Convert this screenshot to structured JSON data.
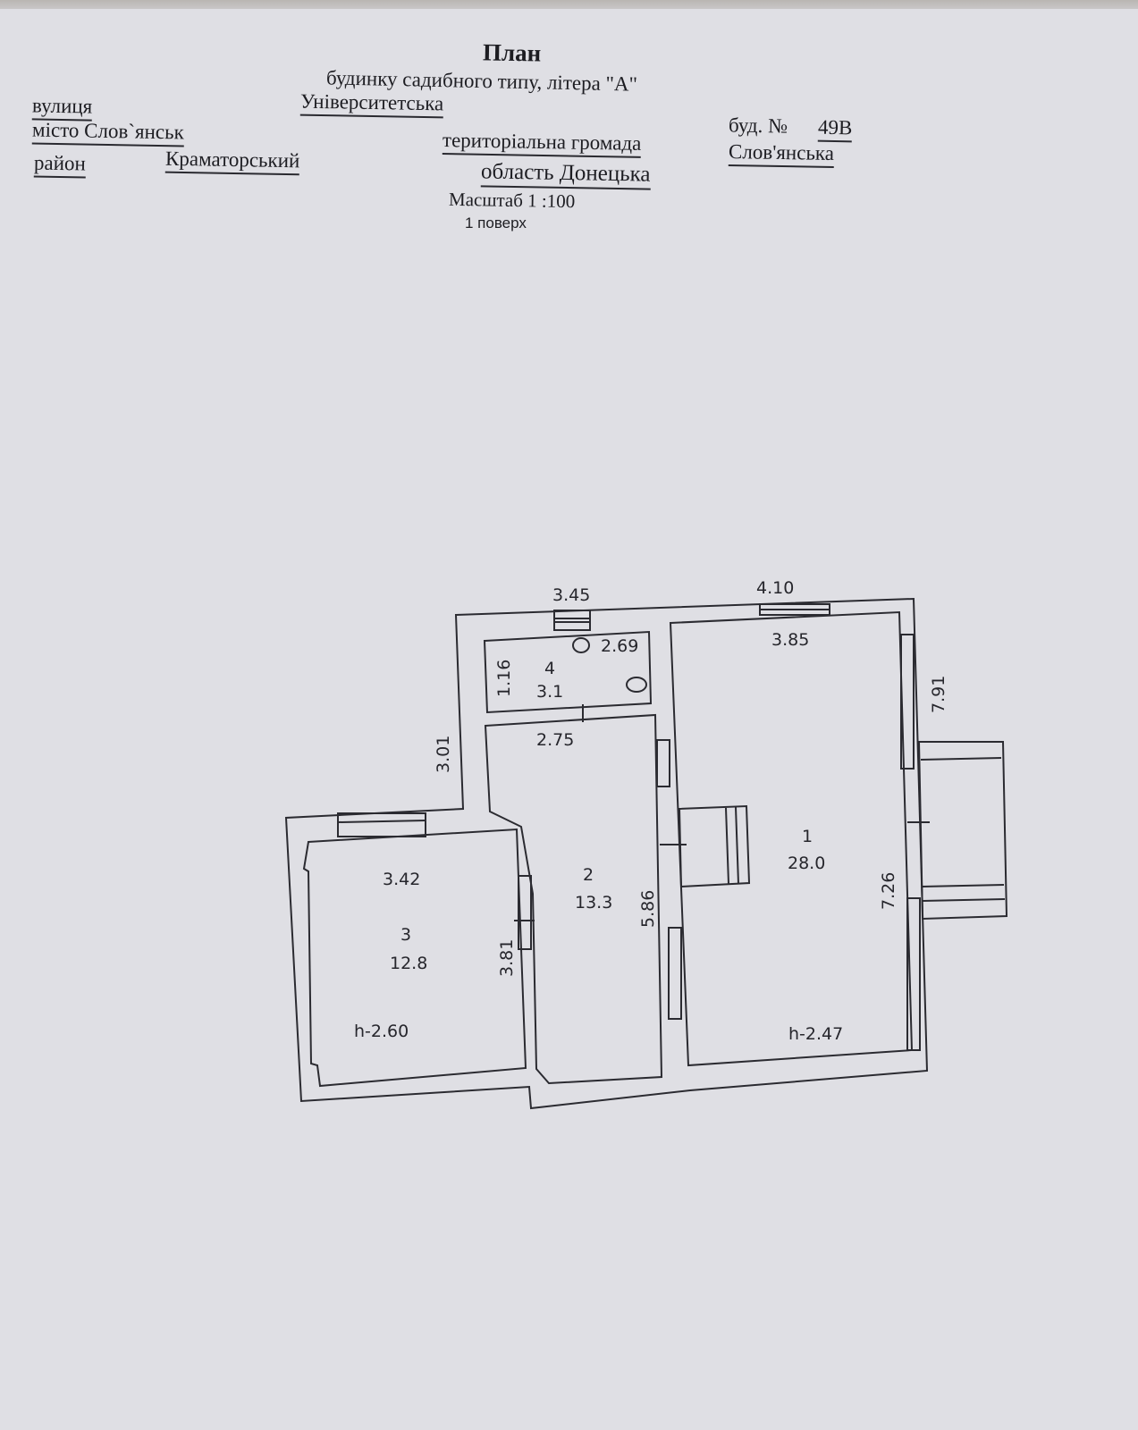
{
  "header": {
    "title": "План",
    "subtitle": "будинку садибного типу, літера \"А\"",
    "street_label": "вулиця",
    "street_value": "Університетська",
    "city": "місто Слов`янськ",
    "district_label": "район",
    "district_value": "Краматорський",
    "community": "територіальна громада",
    "region": "область Донецька",
    "building_label": "буд. №",
    "building_value": "49В",
    "community_name": "Слов'янська",
    "scale": "Масштаб 1 :100",
    "floor": "1 поверх"
  },
  "plan": {
    "dims": {
      "top_left": "3.45",
      "top_right": "4.10",
      "room1_top": "3.85",
      "room1_right_outer": "7.91",
      "room1_right_inner": "7.26",
      "room4_width": "2.69",
      "room4_height": "1.16",
      "left_wall": "3.01",
      "room2_width": "2.75",
      "room2_height": "5.86",
      "room3_width": "3.42",
      "room3_height": "3.81"
    },
    "rooms": [
      {
        "number": "1",
        "area": "28.0",
        "height": "h-2.47"
      },
      {
        "number": "2",
        "area": "13.3"
      },
      {
        "number": "3",
        "area": "12.8",
        "height": "h-2.60"
      },
      {
        "number": "4",
        "area": "3.1"
      }
    ]
  }
}
